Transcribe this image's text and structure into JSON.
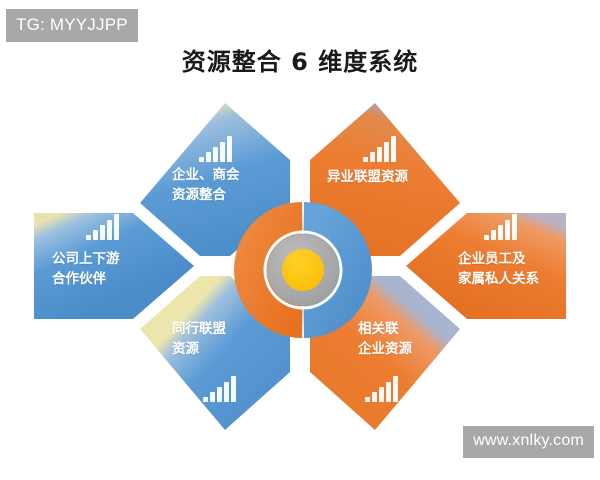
{
  "page": {
    "title": "资源整合 6 维度系统",
    "background_color": "#ffffff"
  },
  "watermarks": [
    {
      "id": "tg",
      "text": "TG: MYYJJPP",
      "bg_color": "#a8a8a8",
      "text_color": "#ffffff"
    },
    {
      "id": "site",
      "text": "www.xnlky.com",
      "bg_color": "#a8a8a8",
      "text_color": "#ffffff"
    }
  ],
  "colors": {
    "blue": "#5B9BD5",
    "blue_dark": "#4186C4",
    "orange": "#ED7D31",
    "orange_dark": "#E06A1C",
    "yellow": "#FFC000",
    "gray_ring": "#A6A6A6",
    "white": "#ffffff",
    "title_text": "#1a1a1a"
  },
  "center": {
    "name": "center-hub",
    "left_half_color": "#ED7D31",
    "right_half_color": "#5B9BD5",
    "ring_color": "#A6A6A6",
    "core_color": "#FFC000"
  },
  "nodes": [
    {
      "id": "company-upstream-downstream",
      "label": "公司上下游\n合作伙伴",
      "color": "#5B9BD5",
      "side": "left",
      "shape": "pentagon-left",
      "icon": "signal-bars-icon",
      "icon_position": "above"
    },
    {
      "id": "enterprise-chamber",
      "label": "企业、商会\n资源整合",
      "color": "#5B9BD5",
      "side": "upper-left",
      "shape": "diamond",
      "icon": "signal-bars-icon",
      "icon_position": "above"
    },
    {
      "id": "peer-alliance",
      "label": "同行联盟\n资源",
      "color": "#5B9BD5",
      "side": "lower-left",
      "shape": "diamond",
      "icon": "signal-bars-icon",
      "icon_position": "below"
    },
    {
      "id": "cross-industry-alliance",
      "label": "异业联盟资源",
      "color": "#ED7D31",
      "side": "upper-right",
      "shape": "diamond",
      "icon": "signal-bars-icon",
      "icon_position": "above"
    },
    {
      "id": "employee-family-relations",
      "label": "企业员工及\n家属私人关系",
      "color": "#ED7D31",
      "side": "right",
      "shape": "pentagon-right",
      "icon": "signal-bars-icon",
      "icon_position": "above"
    },
    {
      "id": "related-enterprise",
      "label": "相关联\n企业资源",
      "color": "#ED7D31",
      "side": "lower-right",
      "shape": "diamond",
      "icon": "signal-bars-icon",
      "icon_position": "below"
    }
  ]
}
